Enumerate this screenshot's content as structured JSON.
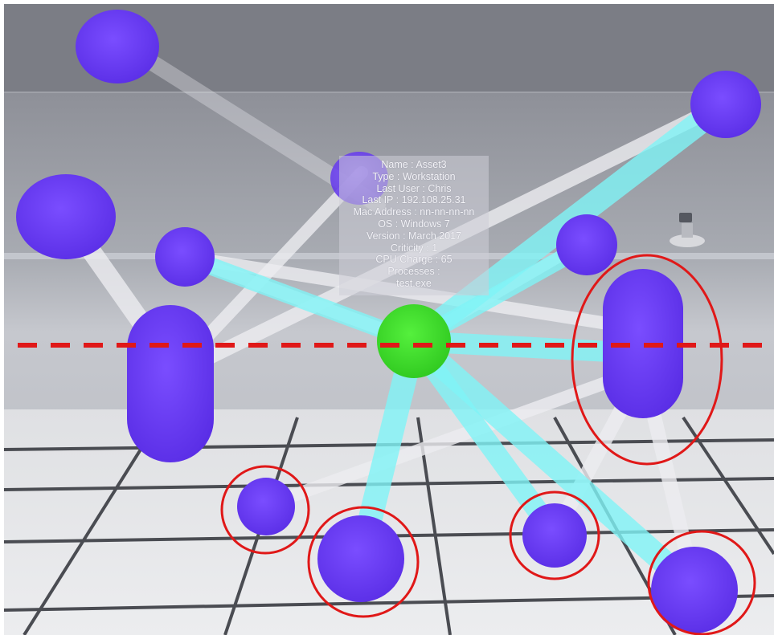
{
  "tooltip": {
    "name": "Name : Asset3",
    "type": "Type : Workstation",
    "last_user": "Last User : Chris",
    "last_ip": "Last IP : 192.108.25.31",
    "mac_address": "Mac Address : nn-nn-nn-nn",
    "os": "OS : Windows 7",
    "version": "Version : March 2017",
    "criticity": "Criticity : 1",
    "cpu_charge": "CPU Charge : 65",
    "processes_label": "Processes :",
    "process_item": "test.exe"
  },
  "colors": {
    "node_blue": "#6a3cf5",
    "node_green": "#3fe02e",
    "link_cyan": "#7ff4f6",
    "link_white": "#ececf0",
    "annotation_red": "#e01818",
    "wall_dark": "#7c7e85",
    "wall_light": "#b9bcc3",
    "floor": "#e6e7ea"
  }
}
